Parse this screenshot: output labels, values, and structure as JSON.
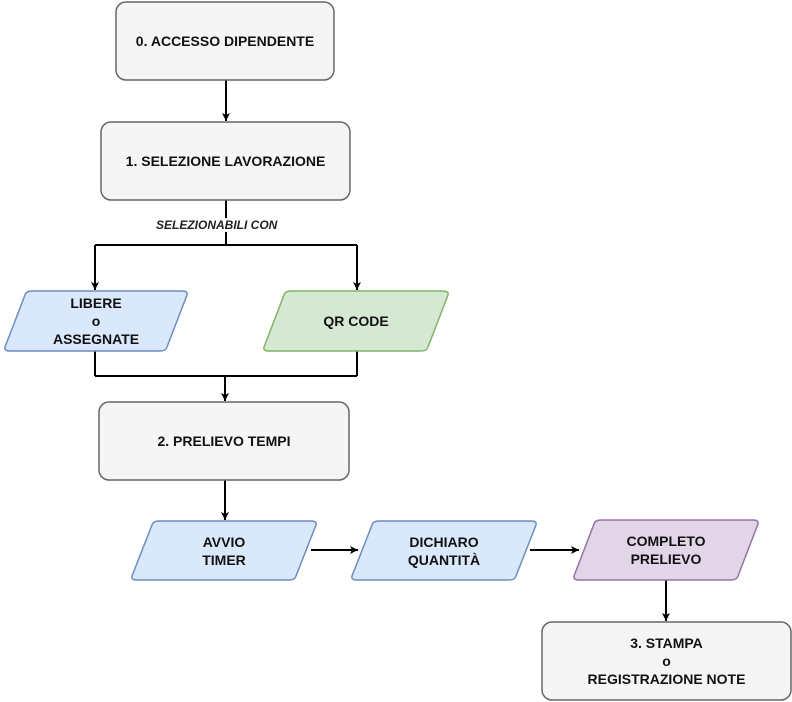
{
  "colors": {
    "gray_fill": "#f5f5f5",
    "gray_stroke": "#666666",
    "blue_fill": "#dae8fc",
    "blue_stroke": "#6c8ebf",
    "green_fill": "#d5e8d4",
    "green_stroke": "#82b366",
    "purple_fill": "#e1d5e7",
    "purple_stroke": "#9673a6",
    "edge": "#000000"
  },
  "nodes": {
    "accesso": {
      "lines": [
        "0. ACCESSO DIPENDENTE"
      ]
    },
    "selezione": {
      "lines": [
        "1. SELEZIONE LAVORAZIONE"
      ]
    },
    "libere": {
      "lines": [
        "LIBERE",
        "o",
        "ASSEGNATE"
      ]
    },
    "qrcode": {
      "lines": [
        "QR CODE"
      ]
    },
    "prelievo": {
      "lines": [
        "2. PRELIEVO TEMPI"
      ]
    },
    "avvio": {
      "lines": [
        "AVVIO",
        "TIMER"
      ]
    },
    "dichiaro": {
      "lines": [
        "DICHIARO",
        "QUANTITÀ"
      ]
    },
    "completo": {
      "lines": [
        "COMPLETO",
        "PRELIEVO"
      ]
    },
    "stampa": {
      "lines": [
        "3. STAMPA",
        "o",
        "REGISTRAZIONE NOTE"
      ]
    }
  },
  "edge_labels": {
    "selezionabili": "SELEZIONABILI CON"
  }
}
